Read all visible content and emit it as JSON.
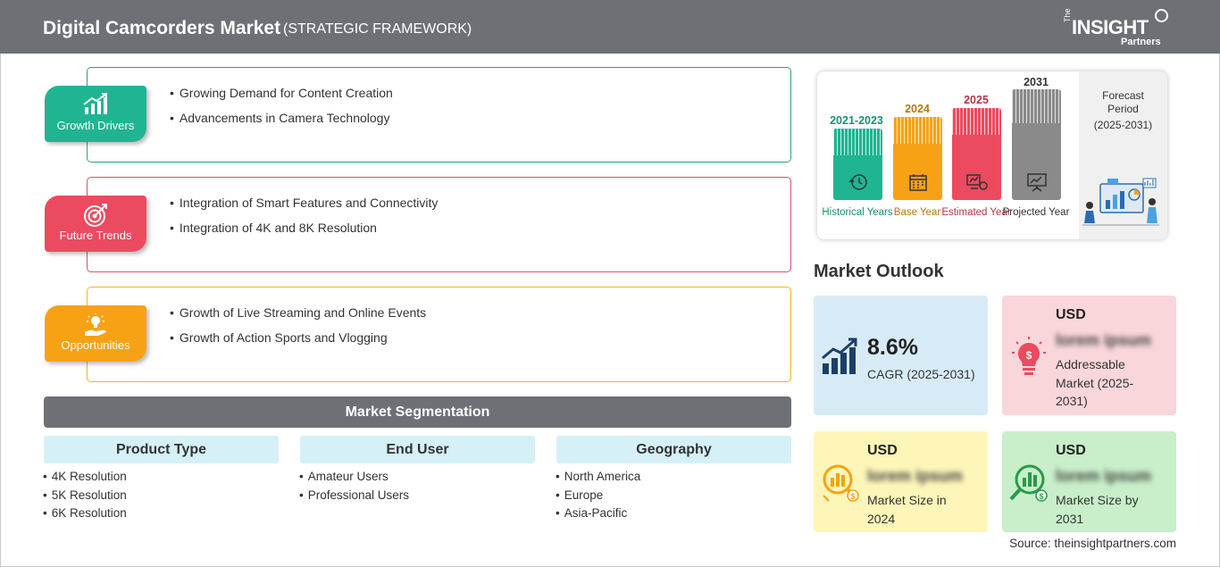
{
  "header": {
    "title": "Digital Camcorders Market",
    "subtitle": "(STRATEGIC FRAMEWORK)",
    "logo": {
      "the": "The",
      "insight": "INSIGHT",
      "partners": "Partners"
    }
  },
  "framework": [
    {
      "tag": "Growth Drivers",
      "color": "#1fb592",
      "icon": "bar-chart-growth-icon",
      "items": [
        "Growing Demand for Content Creation",
        "Advancements in Camera Technology"
      ]
    },
    {
      "tag": "Future Trends",
      "color": "#ec4a5f",
      "icon": "target-icon",
      "items": [
        "Integration of Smart Features and Connectivity",
        "Integration of 4K and 8K Resolution"
      ]
    },
    {
      "tag": "Opportunities",
      "color": "#f7a215",
      "icon": "lightbulb-hand-icon",
      "items": [
        "Growth of Live Streaming and Online Events",
        "Growth of Action Sports and Vlogging"
      ]
    }
  ],
  "segmentation": {
    "title": "Market Segmentation",
    "columns": [
      {
        "heading": "Product Type",
        "items": [
          "4K Resolution",
          "5K Resolution",
          "6K Resolution"
        ]
      },
      {
        "heading": "End User",
        "items": [
          "Amateur Users",
          "Professional Users"
        ]
      },
      {
        "heading": "Geography",
        "items": [
          "North America",
          "Europe",
          "Asia-Pacific"
        ]
      }
    ]
  },
  "timeline": {
    "forecast_title": "Forecast Period",
    "forecast_range": "(2025-2031)",
    "periods": [
      {
        "year": "2021-2023",
        "caption": "Historical Years",
        "color": "#1fb592",
        "year_color": "#1a8f73",
        "icon": "history-icon"
      },
      {
        "year": "2024",
        "caption": "Base Year",
        "color": "#f7a215",
        "year_color": "#b7790c",
        "icon": "calendar-icon"
      },
      {
        "year": "2025",
        "caption": "Estimated Year",
        "color": "#ec4a5f",
        "year_color": "#b83346",
        "icon": "estimate-icon"
      },
      {
        "year": "2031",
        "caption": "Projected Year",
        "color": "#8a8a8a",
        "year_color": "#333333",
        "icon": "presentation-icon"
      }
    ]
  },
  "outlook": {
    "title": "Market Outlook",
    "cagr": {
      "value": "8.6%",
      "label": "CAGR (2025-2031)"
    },
    "addressable": {
      "currency": "USD",
      "value": "lorem ipsum",
      "label_1": "Addressable",
      "label_2": "Market (2025-",
      "label_3": "2031)"
    },
    "size_2024": {
      "currency": "USD",
      "value": "lorem ipsum",
      "label_1": "Market Size in",
      "label_2": "2024"
    },
    "size_2031": {
      "currency": "USD",
      "value": "lorem ipsum",
      "label_1": "Market Size by",
      "label_2": "2031"
    }
  },
  "source": "Source: theinsightpartners.com"
}
